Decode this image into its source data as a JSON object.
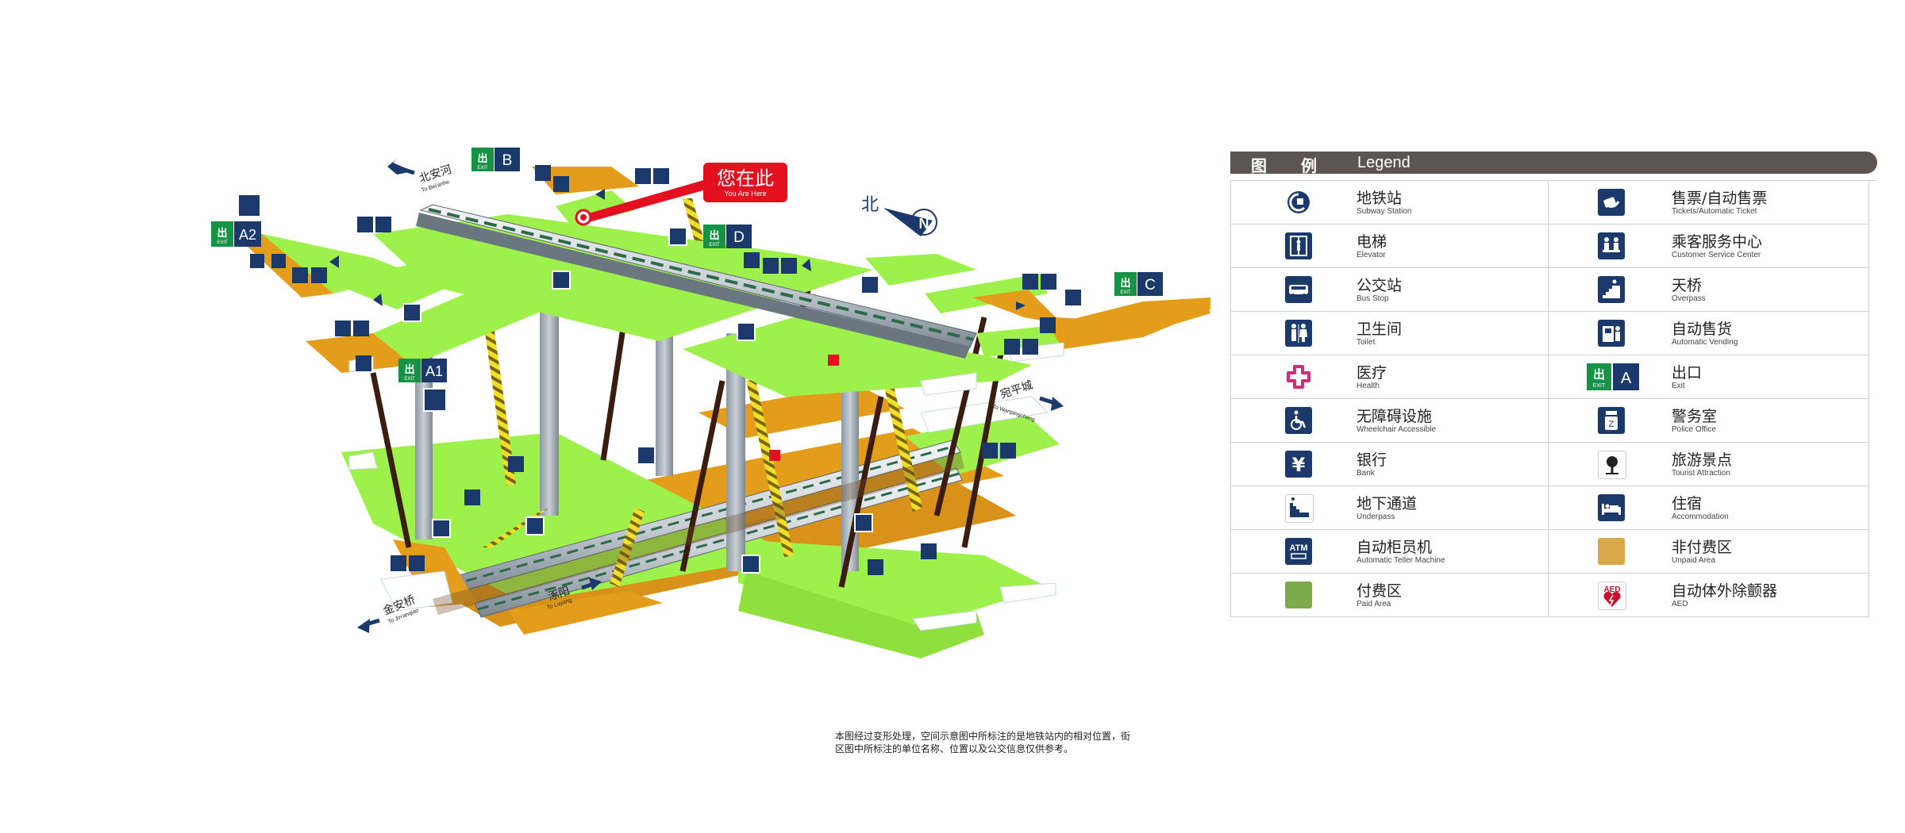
{
  "map": {
    "directions": [
      {
        "zh": "北安河",
        "en": "To Bei'anhe"
      },
      {
        "zh": "宛平城",
        "en": "To Wanpingcheng"
      },
      {
        "zh": "金安桥",
        "en": "To Jin'anqiao"
      },
      {
        "zh": "涿阳",
        "en": "To Luyang"
      }
    ],
    "you_are_here": {
      "zh": "您在此",
      "en": "You Are Here"
    },
    "compass": {
      "zh": "北",
      "letter": "N"
    },
    "exits": [
      {
        "id": "B",
        "label": "EXIT"
      },
      {
        "id": "A2",
        "label": "EXIT"
      },
      {
        "id": "D",
        "label": "EXIT"
      },
      {
        "id": "C",
        "label": "EXIT"
      },
      {
        "id": "A1",
        "label": "EXIT"
      }
    ],
    "colors": {
      "paid_area": "#9ef04a",
      "unpaid_area": "#e39d1a",
      "navy": "#1b3a6b",
      "exit_green": "#179345",
      "marker_red": "#e5101f"
    }
  },
  "legend": {
    "title_zh": "图 例",
    "title_en": "Legend",
    "items": [
      {
        "zh": "地铁站",
        "en": "Subway Station",
        "icon": "subway-station-icon"
      },
      {
        "zh": "售票/自动售票",
        "en": "Tickets/Automatic Ticket",
        "icon": "ticket-icon"
      },
      {
        "zh": "电梯",
        "en": "Elevator",
        "icon": "elevator-icon"
      },
      {
        "zh": "乘客服务中心",
        "en": "Customer Service Center",
        "icon": "service-center-icon"
      },
      {
        "zh": "公交站",
        "en": "Bus Stop",
        "icon": "bus-icon"
      },
      {
        "zh": "天桥",
        "en": "Overpass",
        "icon": "overpass-icon"
      },
      {
        "zh": "卫生间",
        "en": "Toilet",
        "icon": "toilet-icon"
      },
      {
        "zh": "自动售货",
        "en": "Automatic Vending",
        "icon": "vending-icon"
      },
      {
        "zh": "医疗",
        "en": "Health",
        "icon": "health-icon"
      },
      {
        "zh": "出口",
        "en": "Exit",
        "icon": "exit-icon",
        "badge": "A",
        "badge_label": "EXIT"
      },
      {
        "zh": "无障碍设施",
        "en": "Wheelchair Accessible",
        "icon": "wheelchair-icon"
      },
      {
        "zh": "警务室",
        "en": "Police Office",
        "icon": "police-icon"
      },
      {
        "zh": "银行",
        "en": "Bank",
        "icon": "bank-icon",
        "glyph": "¥"
      },
      {
        "zh": "旅游景点",
        "en": "Tourist Attraction",
        "icon": "tourist-icon"
      },
      {
        "zh": "地下通道",
        "en": "Underpass",
        "icon": "underpass-icon"
      },
      {
        "zh": "住宿",
        "en": "Accommodation",
        "icon": "accommodation-icon"
      },
      {
        "zh": "自动柜员机",
        "en": "Automatic Teller Machine",
        "icon": "atm-icon",
        "glyph": "ATM"
      },
      {
        "zh": "非付费区",
        "en": "Unpaid Area",
        "icon": "unpaid-area-swatch"
      },
      {
        "zh": "付费区",
        "en": "Paid Area",
        "icon": "paid-area-swatch"
      },
      {
        "zh": "自动体外除颤器",
        "en": "AED",
        "icon": "aed-icon",
        "glyph": "AED"
      }
    ]
  },
  "note": "本图经过变形处理，空间示意图中所标注的是地铁站内的相对位置，街区图中所标注的单位名称、位置以及公交信息仅供参考。"
}
